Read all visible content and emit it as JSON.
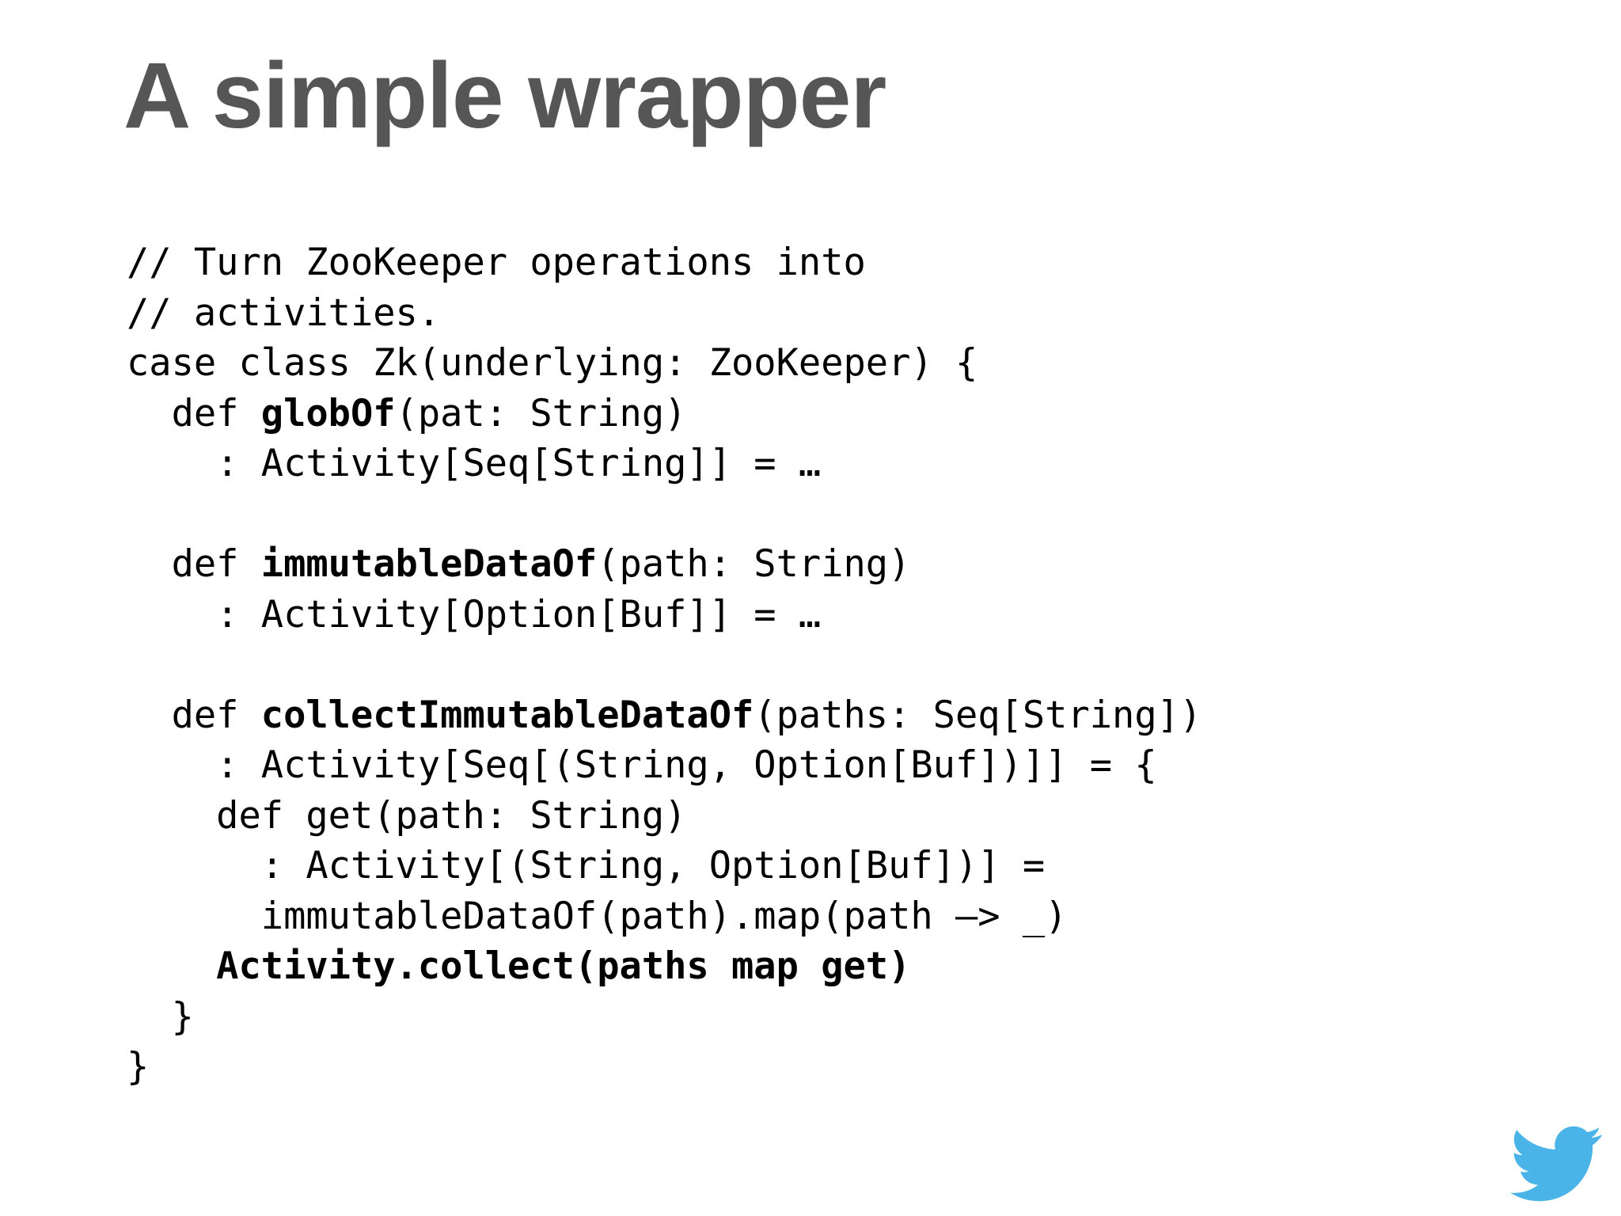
{
  "slide": {
    "title": "A simple wrapper",
    "title_color": "#565656",
    "background_color": "#ffffff",
    "code_color": "#000000"
  },
  "code": {
    "language": "scala",
    "lines": [
      {
        "segments": [
          {
            "text": "// Turn ZooKeeper operations into",
            "bold": false
          }
        ]
      },
      {
        "segments": [
          {
            "text": "// activities.",
            "bold": false
          }
        ]
      },
      {
        "segments": [
          {
            "text": "case class Zk(underlying: ZooKeeper) {",
            "bold": false
          }
        ]
      },
      {
        "segments": [
          {
            "text": "  def ",
            "bold": false
          },
          {
            "text": "globOf",
            "bold": true
          },
          {
            "text": "(pat: String)",
            "bold": false
          }
        ]
      },
      {
        "segments": [
          {
            "text": "    : Activity[Seq[String]] = …",
            "bold": false
          }
        ]
      },
      {
        "segments": [
          {
            "text": "",
            "bold": false
          }
        ]
      },
      {
        "segments": [
          {
            "text": "  def ",
            "bold": false
          },
          {
            "text": "immutableDataOf",
            "bold": true
          },
          {
            "text": "(path: String)",
            "bold": false
          }
        ]
      },
      {
        "segments": [
          {
            "text": "    : Activity[Option[Buf]] = …",
            "bold": false
          }
        ]
      },
      {
        "segments": [
          {
            "text": "",
            "bold": false
          }
        ]
      },
      {
        "segments": [
          {
            "text": "  def ",
            "bold": false
          },
          {
            "text": "collectImmutableDataOf",
            "bold": true
          },
          {
            "text": "(paths: Seq[String])",
            "bold": false
          }
        ]
      },
      {
        "segments": [
          {
            "text": "    : Activity[Seq[(String, Option[Buf])]] = {",
            "bold": false
          }
        ]
      },
      {
        "segments": [
          {
            "text": "    def get(path: String)",
            "bold": false
          }
        ]
      },
      {
        "segments": [
          {
            "text": "      : Activity[(String, Option[Buf])] =",
            "bold": false
          }
        ]
      },
      {
        "segments": [
          {
            "text": "      immutableDataOf(path).map(path –> _)",
            "bold": false
          }
        ]
      },
      {
        "segments": [
          {
            "text": "    Activity.collect(paths map get)",
            "bold": true
          }
        ]
      },
      {
        "segments": [
          {
            "text": "  }",
            "bold": false
          }
        ]
      },
      {
        "segments": [
          {
            "text": "}",
            "bold": false
          }
        ]
      }
    ]
  },
  "branding": {
    "logo": "twitter-bird-icon",
    "logo_color": "#4AB3E8"
  }
}
